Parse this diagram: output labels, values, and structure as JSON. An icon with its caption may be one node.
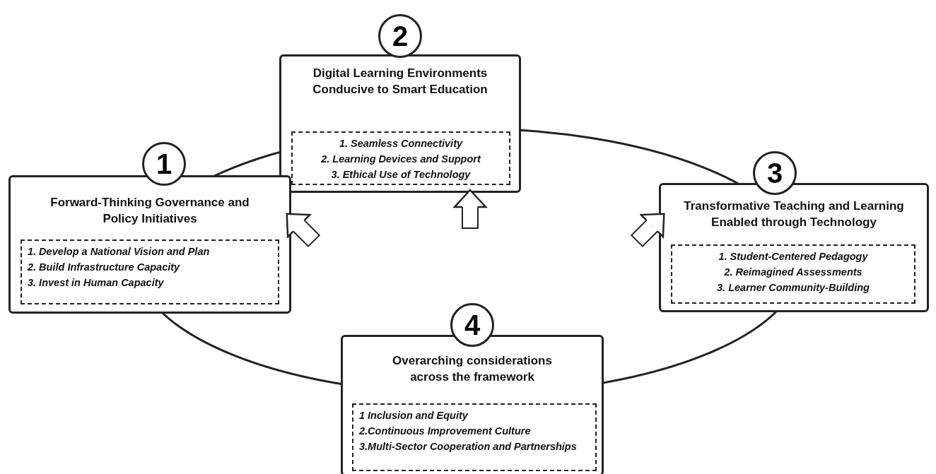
{
  "diagram": {
    "nodes": [
      {
        "text": [
          "2"
        ]
      },
      {
        "text": [
          "Digital Learning Environments Conducive to Smart Education"
        ]
      },
      {
        "text": [
          "1. Seamless Connectivity",
          "2. Learning Devices and Support",
          "3. Ethical Use of Technology"
        ],
        "in": 1
      },
      {
        "text": [
          "1"
        ]
      },
      {
        "text": [
          "Forward-Thinking Governance and Policy Initiatives"
        ]
      },
      {
        "text": [
          "1. Develop a National Vision and Plan",
          "2. Build Infrastructure Capacity",
          "3. Invest in Human Capacity"
        ],
        "in": 4
      },
      {
        "text": [
          "3"
        ]
      },
      {
        "text": [
          "Transformative Teaching and Learning Enabled through Technology"
        ]
      },
      {
        "text": [
          "1. Student-Centered Pedagogy",
          "2. Reimagined Assessments",
          "3. Learner Community-Building"
        ],
        "in": 7
      },
      {
        "text": [
          "4"
        ]
      },
      {
        "text": [
          "Overarching considerations across the framework"
        ]
      },
      {
        "text": [
          "1 Inclusion and Equity",
          "2.Continuous Improvement Culture",
          "3.Multi-Sector Cooperation and Partnerships"
        ],
        "in": 10
      }
    ],
    "edges": [
      {
        "from": null,
        "to": 4,
        "arrow": "to"
      },
      {
        "from": null,
        "to": 1,
        "arrow": "to"
      },
      {
        "from": null,
        "to": 7,
        "arrow": "to"
      }
    ]
  }
}
